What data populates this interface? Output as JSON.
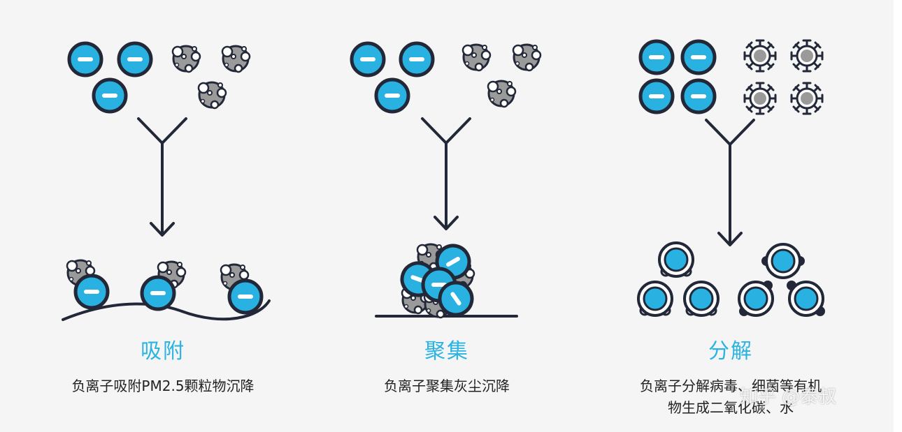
{
  "colors": {
    "accent": "#2bb3e2",
    "ion": "#29b2e1",
    "outline": "#222838",
    "dust": "#9a9a9a",
    "background": "#f5f5f5"
  },
  "icons": [
    "negative-ion-icon",
    "pm-dust-particle-icon",
    "virus-icon",
    "arrow-down-icon"
  ],
  "panels": [
    {
      "title": "吸附",
      "lines": [
        "负离子吸附PM2.5颗粒物沉降"
      ]
    },
    {
      "title": "聚集",
      "lines": [
        "负离子聚集灰尘沉降"
      ]
    },
    {
      "title": "分解",
      "lines": [
        "负离子分解病毒、细菌等有机",
        "物生成二氧化碳、水"
      ]
    }
  ],
  "watermark": "知乎 @泰叔"
}
